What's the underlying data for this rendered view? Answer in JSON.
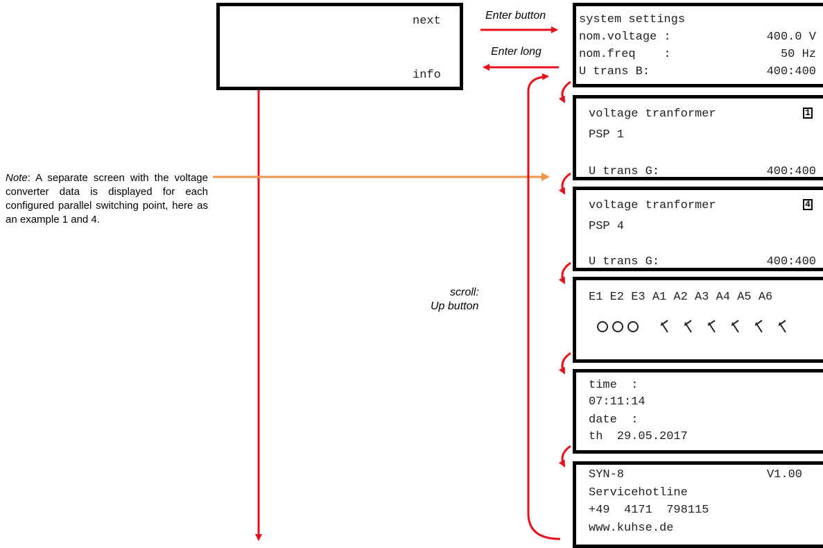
{
  "home_screen": {
    "next_label": "next",
    "info_label": "info"
  },
  "labels": {
    "enter_button": "Enter button",
    "enter_long": "Enter long",
    "scroll_line1": "scroll:",
    "scroll_line2": "Up button"
  },
  "note": {
    "prefix": "Note",
    "text": ": A separate screen with the voltage converter data is displayed for each configured parallel switching point, here as an example 1 and 4."
  },
  "screens": {
    "system_settings": {
      "title": "system settings",
      "nom_voltage_label": "nom.voltage :",
      "nom_voltage_value": "400.0 V",
      "nom_freq_label": "nom.freq    :",
      "nom_freq_value": "50 Hz",
      "u_trans_b_label": "U trans B:",
      "u_trans_b_value": "400:400"
    },
    "transformer_1": {
      "title": "voltage tranformer",
      "psp": "PSP 1",
      "badge": "1",
      "u_trans_g_label": "U trans G:",
      "u_trans_g_value": "400:400"
    },
    "transformer_4": {
      "title": "voltage tranformer",
      "psp": "PSP 4",
      "badge": "4",
      "u_trans_g_label": "U trans G:",
      "u_trans_g_value": "400:400"
    },
    "io_status": {
      "header": "E1 E2 E3 A1 A2 A3 A4 A5 A6",
      "inputs": [
        "E1",
        "E2",
        "E3"
      ],
      "outputs": [
        "A1",
        "A2",
        "A3",
        "A4",
        "A5",
        "A6"
      ]
    },
    "time_date": {
      "time_label": "time  :",
      "time_value": "07:11:14",
      "date_label": "date  :",
      "date_value": "th  29.05.2017"
    },
    "about": {
      "device": "SYN-8",
      "version": "V1.00",
      "hotline_label": "Servicehotline",
      "phone": "+49  4171  798115",
      "website": "www.kuhse.de"
    }
  },
  "colors": {
    "flow_arrow": "#e8101a",
    "note_arrow": "#f0954a",
    "lcd_border": "#000000",
    "lcd_text": "#222222"
  }
}
